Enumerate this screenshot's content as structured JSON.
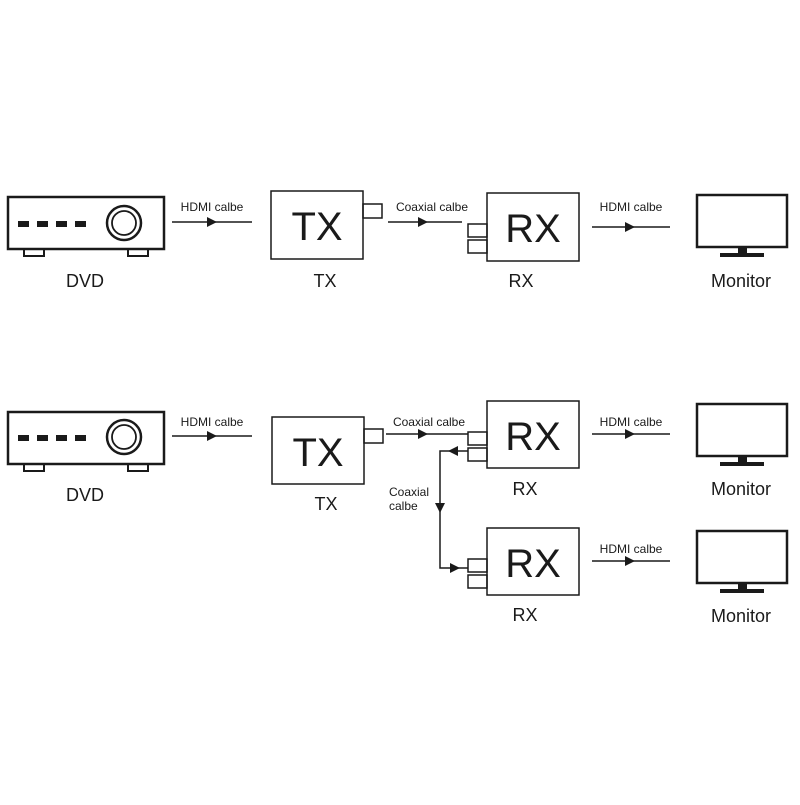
{
  "labels": {
    "dvd": "DVD",
    "tx": "TX",
    "rx": "RX",
    "monitor": "Monitor",
    "hdmi_cable": "HDMI calbe",
    "coaxial_cable": "Coaxial calbe",
    "coaxial_word": "Coaxial",
    "calbe_word": "calbe"
  },
  "icons": {
    "dvd": "dvd-player-icon",
    "monitor": "monitor-icon",
    "arrow": "arrowhead-icon",
    "connector": "coaxial-connector-icon"
  },
  "colors": {
    "ink": "#1a1a1a",
    "background": "#ffffff"
  }
}
